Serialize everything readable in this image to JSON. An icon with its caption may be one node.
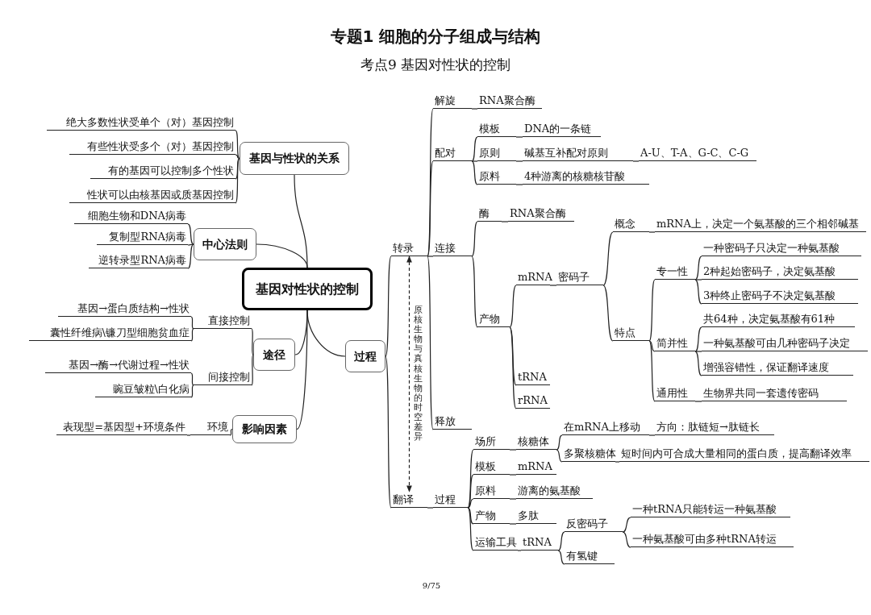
{
  "diagram": {
    "title": "专题1 细胞的分子组成与结构",
    "nodes": [
      {
        "text": [
          "基因对性状的控制"
        ]
      },
      {
        "text": [
          "基因与性状的关系"
        ]
      },
      {
        "text": [
          "绝大多数性状受单个（对）基因控制"
        ]
      },
      {
        "text": [
          "有些性状受多个（对）基因控制"
        ]
      },
      {
        "text": [
          "有的基因可以控制多个性状"
        ]
      },
      {
        "text": [
          "性状可以由核基因或质基因控制"
        ]
      },
      {
        "text": [
          "中心法则"
        ]
      },
      {
        "text": [
          "细胞生物和DNA病毒"
        ]
      },
      {
        "text": [
          "复制型RNA病毒"
        ]
      },
      {
        "text": [
          "逆转录型RNA病毒"
        ]
      },
      {
        "text": [
          "途径"
        ]
      },
      {
        "text": [
          "直接控制"
        ]
      },
      {
        "text": [
          "基因→蛋白质结构→性状"
        ]
      },
      {
        "text": [
          "囊性纤维病\\镰刀型细胞贫血症"
        ]
      },
      {
        "text": [
          "间接控制"
        ]
      },
      {
        "text": [
          "基因→酶→代谢过程→性状"
        ]
      },
      {
        "text": [
          "豌豆皱粒\\白化病"
        ]
      },
      {
        "text": [
          "影响因素"
        ]
      },
      {
        "text": [
          "环境"
        ]
      },
      {
        "text": [
          "表现型=基因型+环境条件"
        ]
      },
      {
        "text": [
          "过程"
        ]
      },
      {
        "text": [
          "转录"
        ]
      },
      {
        "text": [
          "解旋"
        ]
      },
      {
        "text": [
          "RNA聚合酶"
        ]
      },
      {
        "text": [
          "配对"
        ]
      },
      {
        "text": [
          "模板"
        ]
      },
      {
        "text": [
          "DNA的一条链"
        ]
      },
      {
        "text": [
          "原则"
        ]
      },
      {
        "text": [
          "碱基互补配对原则"
        ]
      },
      {
        "text": [
          "A-U、T-A、G-C、C-G"
        ]
      },
      {
        "text": [
          "原料"
        ]
      },
      {
        "text": [
          "4种游离的核糖核苷酸"
        ]
      },
      {
        "text": [
          "连接"
        ]
      },
      {
        "text": [
          "酶"
        ]
      },
      {
        "text": [
          "RNA聚合酶"
        ]
      },
      {
        "text": [
          "产物"
        ]
      },
      {
        "text": [
          "mRNA"
        ]
      },
      {
        "text": [
          "密码子"
        ]
      },
      {
        "text": [
          "概念"
        ]
      },
      {
        "text": [
          "mRNA上，决定一个氨基酸的三个相邻碱基"
        ]
      },
      {
        "text": [
          "特点"
        ]
      },
      {
        "text": [
          "专一性"
        ]
      },
      {
        "text": [
          "一种密码子只决定一种氨基酸"
        ]
      },
      {
        "text": [
          "2种起始密码子，决定氨基酸"
        ]
      },
      {
        "text": [
          "3种终止密码子不决定氨基酸"
        ]
      },
      {
        "text": [
          "简并性"
        ]
      },
      {
        "text": [
          "共64种，决定氨基酸有61种"
        ]
      },
      {
        "text": [
          "一种氨基酸可由几种密码子决定"
        ]
      },
      {
        "text": [
          "增强容错性，保证翻译速度"
        ]
      },
      {
        "text": [
          "通用性"
        ]
      },
      {
        "text": [
          "生物界共同一套遗传密码"
        ]
      },
      {
        "text": [
          "tRNA"
        ]
      },
      {
        "text": [
          "rRNA"
        ]
      },
      {
        "text": [
          "释放"
        ]
      },
      {
        "text": [
          "翻译"
        ]
      },
      {
        "text": [
          "过程"
        ]
      },
      {
        "text": [
          "场所"
        ]
      },
      {
        "text": [
          "核糖体"
        ]
      },
      {
        "text": [
          "在mRNA上移动"
        ]
      },
      {
        "text": [
          "方向：肽链短→肽链长"
        ]
      },
      {
        "text": [
          "多聚核糖体"
        ]
      },
      {
        "text": [
          "短时间内可合成大量相同的蛋白质，提高翻译效率"
        ]
      },
      {
        "text": [
          "模板"
        ]
      },
      {
        "text": [
          "mRNA"
        ]
      },
      {
        "text": [
          "原料"
        ]
      },
      {
        "text": [
          "游离的氨基酸"
        ]
      },
      {
        "text": [
          "产物"
        ]
      },
      {
        "text": [
          "多肽"
        ]
      },
      {
        "text": [
          "运输工具"
        ]
      },
      {
        "text": [
          "tRNA"
        ]
      },
      {
        "text": [
          "反密码子"
        ]
      },
      {
        "text": [
          "一种tRNA只能转运一种氨基酸"
        ]
      },
      {
        "text": [
          "一种氨基酸可由多种tRNA转运"
        ]
      },
      {
        "text": [
          "有氢键"
        ]
      }
    ],
    "edges": [
      {
        "from": 0,
        "to": 1,
        "arrow": "none"
      },
      {
        "from": 0,
        "to": 6,
        "arrow": "none"
      },
      {
        "from": 0,
        "to": 10,
        "arrow": "none"
      },
      {
        "from": 0,
        "to": 17,
        "arrow": "none"
      },
      {
        "from": 0,
        "to": 20,
        "arrow": "none"
      },
      {
        "from": 1,
        "to": 2,
        "arrow": "none"
      },
      {
        "from": 1,
        "to": 3,
        "arrow": "none"
      },
      {
        "from": 1,
        "to": 4,
        "arrow": "none"
      },
      {
        "from": 1,
        "to": 5,
        "arrow": "none"
      },
      {
        "from": 6,
        "to": 7,
        "arrow": "none"
      },
      {
        "from": 6,
        "to": 8,
        "arrow": "none"
      },
      {
        "from": 6,
        "to": 9,
        "arrow": "none"
      },
      {
        "from": 10,
        "to": 11,
        "arrow": "none"
      },
      {
        "from": 10,
        "to": 14,
        "arrow": "none"
      },
      {
        "from": 11,
        "to": 12,
        "arrow": "none"
      },
      {
        "from": 11,
        "to": 13,
        "arrow": "none"
      },
      {
        "from": 14,
        "to": 15,
        "arrow": "none"
      },
      {
        "from": 14,
        "to": 16,
        "arrow": "none"
      },
      {
        "from": 17,
        "to": 18,
        "arrow": "none"
      },
      {
        "from": 18,
        "to": 19,
        "arrow": "none"
      },
      {
        "from": 20,
        "to": 21,
        "arrow": "none"
      },
      {
        "from": 20,
        "to": 54,
        "arrow": "none"
      },
      {
        "from": 21,
        "to": 22,
        "arrow": "none"
      },
      {
        "from": 21,
        "to": 24,
        "arrow": "none"
      },
      {
        "from": 21,
        "to": 32,
        "arrow": "none"
      },
      {
        "from": 21,
        "to": 53,
        "arrow": "none"
      },
      {
        "from": 22,
        "to": 23,
        "arrow": "none"
      },
      {
        "from": 24,
        "to": 25,
        "arrow": "none"
      },
      {
        "from": 24,
        "to": 27,
        "arrow": "none"
      },
      {
        "from": 24,
        "to": 30,
        "arrow": "none"
      },
      {
        "from": 25,
        "to": 26,
        "arrow": "none"
      },
      {
        "from": 27,
        "to": 28,
        "arrow": "none"
      },
      {
        "from": 28,
        "to": 29,
        "arrow": "none"
      },
      {
        "from": 30,
        "to": 31,
        "arrow": "none"
      },
      {
        "from": 32,
        "to": 33,
        "arrow": "none"
      },
      {
        "from": 32,
        "to": 35,
        "arrow": "none"
      },
      {
        "from": 33,
        "to": 34,
        "arrow": "none"
      },
      {
        "from": 35,
        "to": 36,
        "arrow": "none"
      },
      {
        "from": 35,
        "to": 51,
        "arrow": "none"
      },
      {
        "from": 35,
        "to": 52,
        "arrow": "none"
      },
      {
        "from": 36,
        "to": 37,
        "arrow": "none"
      },
      {
        "from": 37,
        "to": 38,
        "arrow": "none"
      },
      {
        "from": 37,
        "to": 40,
        "arrow": "none"
      },
      {
        "from": 38,
        "to": 39,
        "arrow": "none"
      },
      {
        "from": 40,
        "to": 41,
        "arrow": "none"
      },
      {
        "from": 40,
        "to": 45,
        "arrow": "none"
      },
      {
        "from": 40,
        "to": 49,
        "arrow": "none"
      },
      {
        "from": 41,
        "to": 42,
        "arrow": "none"
      },
      {
        "from": 41,
        "to": 43,
        "arrow": "none"
      },
      {
        "from": 41,
        "to": 44,
        "arrow": "none"
      },
      {
        "from": 45,
        "to": 46,
        "arrow": "none"
      },
      {
        "from": 45,
        "to": 47,
        "arrow": "none"
      },
      {
        "from": 45,
        "to": 48,
        "arrow": "none"
      },
      {
        "from": 49,
        "to": 50,
        "arrow": "none"
      },
      {
        "from": 54,
        "to": 55,
        "arrow": "none"
      },
      {
        "from": 55,
        "to": 56,
        "arrow": "none"
      },
      {
        "from": 55,
        "to": 62,
        "arrow": "none"
      },
      {
        "from": 55,
        "to": 64,
        "arrow": "none"
      },
      {
        "from": 55,
        "to": 66,
        "arrow": "none"
      },
      {
        "from": 55,
        "to": 68,
        "arrow": "none"
      },
      {
        "from": 56,
        "to": 57,
        "arrow": "none"
      },
      {
        "from": 57,
        "to": 58,
        "arrow": "none"
      },
      {
        "from": 57,
        "to": 60,
        "arrow": "none"
      },
      {
        "from": 58,
        "to": 59,
        "arrow": "none"
      },
      {
        "from": 60,
        "to": 61,
        "arrow": "none"
      },
      {
        "from": 62,
        "to": 63,
        "arrow": "none"
      },
      {
        "from": 64,
        "to": 65,
        "arrow": "none"
      },
      {
        "from": 66,
        "to": 67,
        "arrow": "none"
      },
      {
        "from": 68,
        "to": 69,
        "arrow": "none"
      },
      {
        "from": 69,
        "to": 70,
        "arrow": "none"
      },
      {
        "from": 69,
        "to": 73,
        "arrow": "none"
      },
      {
        "from": 70,
        "to": 71,
        "arrow": "none"
      },
      {
        "from": 70,
        "to": 72,
        "arrow": "none"
      },
      {
        "from": 21,
        "to": 54,
        "arrow": "both",
        "style": "dashed",
        "label": "原核生物与真核生物的时空差异"
      }
    ],
    "labels": [
      "考点9 基因对性状的控制",
      "9/75"
    ]
  }
}
